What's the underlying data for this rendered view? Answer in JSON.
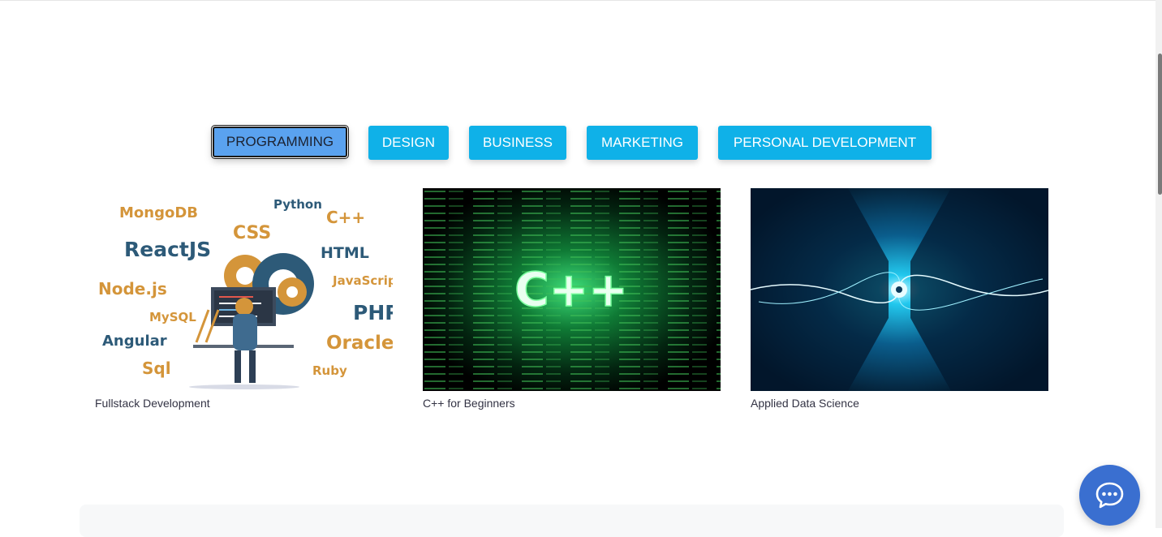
{
  "tabs": [
    {
      "label": "PROGRAMMING",
      "active": true
    },
    {
      "label": "DESIGN",
      "active": false
    },
    {
      "label": "BUSINESS",
      "active": false
    },
    {
      "label": "MARKETING",
      "active": false
    },
    {
      "label": "PERSONAL DEVELOPMENT",
      "active": false
    }
  ],
  "courses": [
    {
      "title": "Fullstack Development",
      "image_words": [
        "MongoDB",
        "Python",
        "C++",
        "CSS",
        "ReactJS",
        "HTML",
        "JavaScript",
        "Node.js",
        "PHP",
        "MySQL",
        "Angular",
        "Oracle",
        "Sql",
        "Ruby"
      ]
    },
    {
      "title": "C++ for Beginners",
      "image_text": "C++"
    },
    {
      "title": "Applied Data Science"
    }
  ],
  "chat": {
    "icon": "chat-bubble-icon"
  },
  "colors": {
    "tab": "#0fb1e8",
    "tab_active": "#5aa2ef",
    "chat": "#3a6fd0"
  }
}
